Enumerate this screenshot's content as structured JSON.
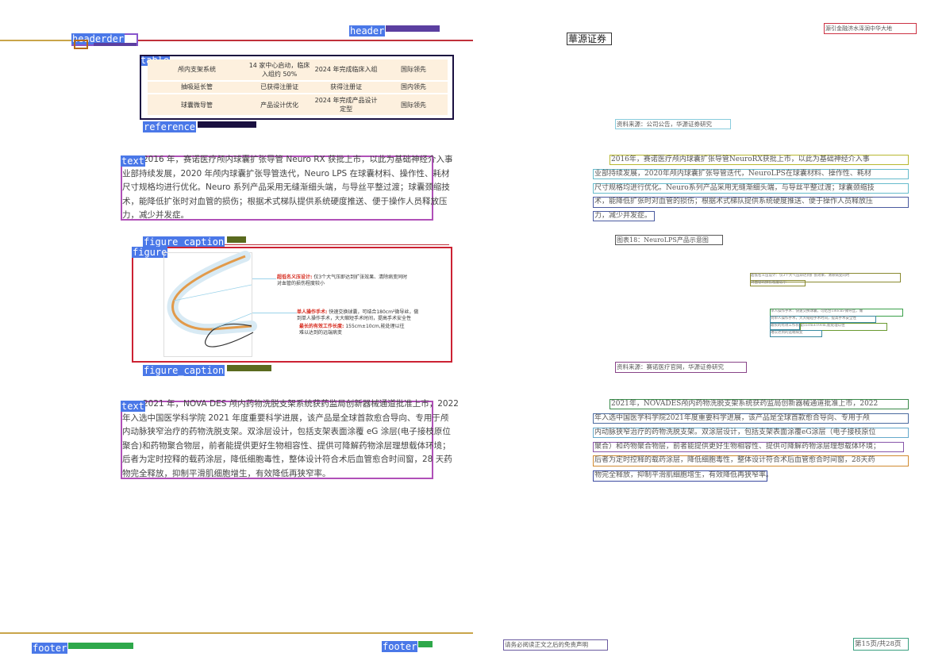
{
  "left": {
    "labels": {
      "header1": "headerder",
      "header2": "header",
      "table": "table",
      "reference": "reference",
      "text1": "text",
      "figure_caption1": "figure_caption",
      "figure": "figure",
      "figure_caption2": "figure_caption",
      "text2": "text",
      "footer1": "footer",
      "footer2": "footer"
    },
    "table_rows": [
      [
        "颅内支架系统",
        "14 家中心启动，临床入组约 50%",
        "2024 年完成临床入组",
        "国际领先"
      ],
      [
        "抽吸延长管",
        "已获得注册证",
        "获得注册证",
        "国内领先"
      ],
      [
        "球囊微导管",
        "产品设计优化",
        "2024 年完成产品设计定型",
        "国际领先"
      ]
    ],
    "text1_lines": [
      "2016 年，赛诺医疗颅内球囊扩张导管 Neuro RX 获批上市，以此为基础神经介入事",
      "业部持续发展，2020 年颅内球囊扩张导管迭代，Neuro LPS 在球囊材料、操作性、耗材",
      "尺寸规格均进行优化。Neuro 系列产品采用无缝渐细头端，与导丝平整过渡；球囊颈缩技",
      "术，能降低扩张时对血管的损伤；根据术式梯队提供系统硬度推送、便于操作人员释放压",
      "力，减少并发症。"
    ],
    "figure_annotations": {
      "a1_title": "超低名义压设计:",
      "a1_text": "仅3个大气压即达到扩张效果、清除病变同时",
      "a1_text2": "对血管的损伤程度较小",
      "a2_title": "单人操作手术:",
      "a2_text": "快速交换球囊，可结合180cm²微导丝，做",
      "a2_text2": "到单人操作手术，大大缩短手术时间，提高手术安全性",
      "a3_title": "最长的有效工作长度:",
      "a3_text": "155cm±10cm,能处理以往",
      "a3_text2": "难以达到的远端病变"
    },
    "text2_lines": [
      "2021 年，NOVA DES 颅内药物洗脱支架系统获药监局创新器械通道批准上市，2022",
      "年入选中国医学科学院 2021 年度重要科学进展，该产品是全球首款愈合导向、专用于颅",
      "内动脉狭窄治疗的药物洗脱支架。双涂层设计，包括支架表面涂覆 eG 涂层(电子接枝原位",
      "聚合)和药物聚合物层，前者能提供更好生物相容性、提供可降解药物涂层理想载体环境；",
      "后者为定时控释的载药涂层，降低细胞毒性，整体设计符合术后血管愈合时间窗，28 天药",
      "物完全释放，抑制平滑肌细胞增生，有效降低再狭窄率。"
    ]
  },
  "right": {
    "top_right": "源引金融济水泽润中华大地",
    "logo": "華源证券",
    "source1": "资料来源：公司公告，华源证券研究",
    "text1_lines": [
      "2016年，赛诺医疗颅内球囊扩张导管NeuroRX获批上市，以此为基础神经介入事",
      "业部持续发展，2020年颅内球囊扩张导管迭代，NeuroLPS在球囊材料、操作性、耗材",
      "尺寸规格均进行优化。Neuro系列产品采用无缝渐细头端，与导丝平整过渡；球囊颈缩技",
      "术，能降低扩张时对血管的损伤；根据术式梯队提供系统硬度推送、便于操作人员释放压",
      "力，减少并发症。"
    ],
    "fig_caption": "图表18：NeuroLPS产品示意图",
    "tiny1": "超低名义压设计：仅3个大气压即达到扩张效果、清除病变同时",
    "tiny1b": "对血管的损伤程度较小",
    "tiny2": "单人操作手术：快速交换球囊，可结合180cm²微导丝，做",
    "tiny2b": "到单人操作手术，大大缩短手术时间，提高手术安全性",
    "tiny3": "最长的有效工作长度：",
    "tiny3b": "155cm±10cm,能处理以往",
    "tiny3c": "难以达到的远端病变",
    "source2": "资料来源：赛诺医疗官网，华源证券研究",
    "text2_lines": [
      "2021年，NOVADES颅内药物洗脱支架系统获药监局创新器械通道批准上市，2022",
      "年入选中国医学科学院2021年度重要科学进展，该产品是全球首款愈合导向、专用于颅",
      "内动脉狭窄治疗的药物洗脱支架。双涂层设计，包括支架表面涂覆eG涂层（电子接枝原位",
      "聚合）和药物聚合物层，前者能提供更好生物相容性、提供可降解药物涂层理想载体环境；",
      "后者为定时控释的载药涂层，降低细胞毒性，整体设计符合术后血管愈合时间窗，28天药",
      "物完全释放，抑制平滑肌细胞增生，有效降低再狭窄率。"
    ],
    "footer_left": "请务必阅读正文之后的免责声明",
    "footer_right": "第15页/共28页"
  },
  "colors": {
    "label_bg": "#4a78e8",
    "table_box": "#1a1040",
    "text_box": "#b050b8",
    "figure_box": "#cc2233",
    "gold_line": "#c9a54a",
    "red_line": "#c0303a"
  }
}
